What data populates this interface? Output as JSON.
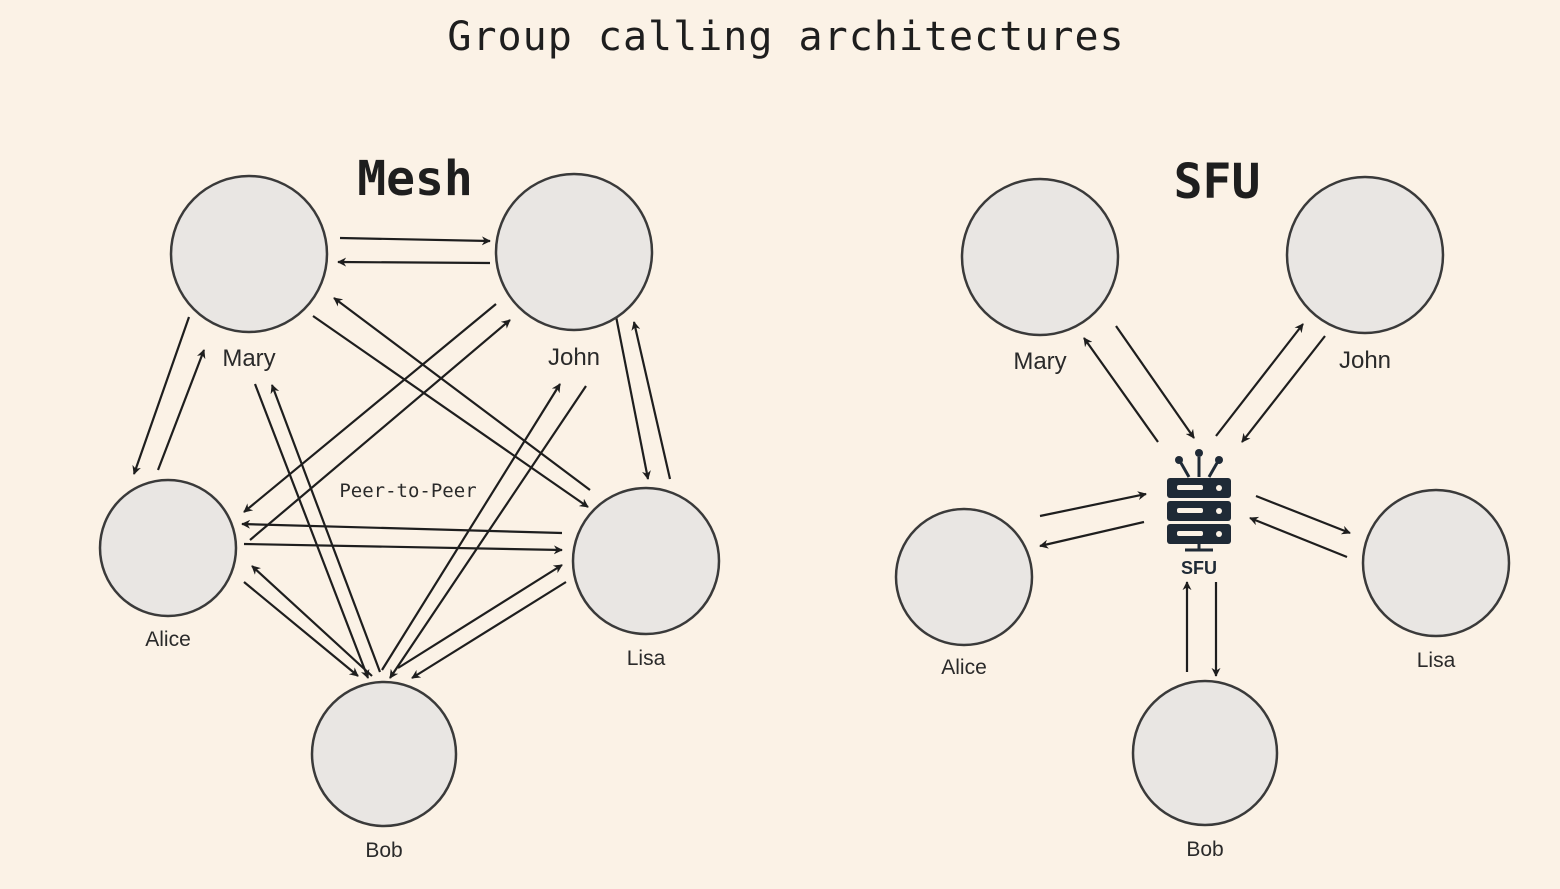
{
  "title": "Group calling architectures",
  "diagrams": {
    "mesh": {
      "heading": "Mesh",
      "center_label": "Peer-to-Peer",
      "people": {
        "mary": "Mary",
        "john": "John",
        "alice": "Alice",
        "lisa": "Lisa",
        "bob": "Bob"
      }
    },
    "sfu": {
      "heading": "SFU",
      "server_label": "SFU",
      "people": {
        "mary": "Mary",
        "john": "John",
        "alice": "Alice",
        "lisa": "Lisa",
        "bob": "Bob"
      }
    }
  },
  "colors": {
    "background": "#fbf2e6",
    "avatar_ring": "#3a3a3a",
    "avatar_bg": "#e9e6e3",
    "shirt_mary": "#5f7893",
    "shirt_john": "#667f5a",
    "shirt_alice": "#667d95",
    "shirt_lisa": "#7e6478",
    "shirt_bob": "#eba463",
    "server": "#1f2a36"
  }
}
